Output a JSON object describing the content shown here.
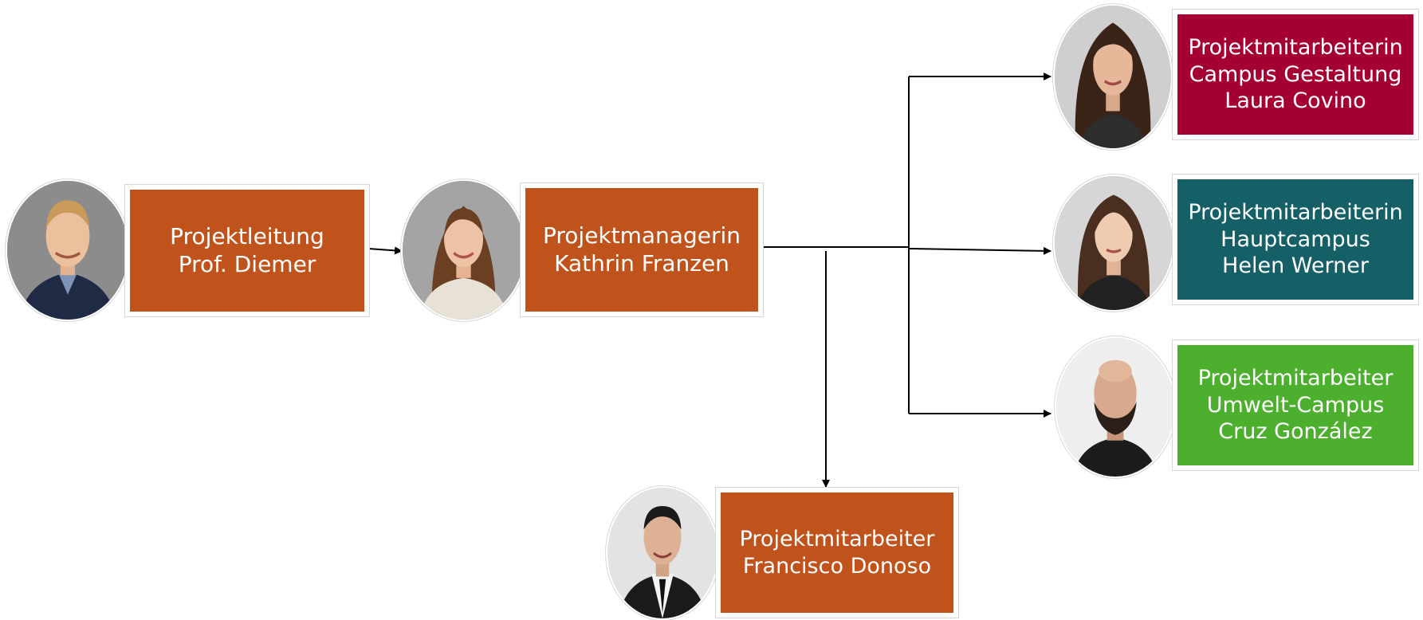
{
  "colors": {
    "orange": "#c0531b",
    "crimson": "#a50034",
    "teal": "#155f67",
    "green": "#4caf2e",
    "connector": "#000000"
  },
  "nodes": {
    "lead": {
      "role": "Projektleitung",
      "name": "Prof. Diemer",
      "photo_icon": "portrait-man-blond-icon"
    },
    "manager": {
      "role": "Projektmanagerin",
      "name": "Kathrin Franzen",
      "photo_icon": "portrait-woman-brown-hair-icon"
    },
    "staff_gestaltung": {
      "role": "Projektmitarbeiterin",
      "campus": "Campus Gestaltung",
      "name": "Laura Covino",
      "photo_icon": "portrait-woman-dark-hair-icon"
    },
    "staff_haupt": {
      "role": "Projektmitarbeiterin",
      "campus": "Hauptcampus",
      "name": "Helen Werner",
      "photo_icon": "portrait-woman-dark-hair-icon"
    },
    "staff_umwelt": {
      "role": "Projektmitarbeiter",
      "campus": "Umwelt-Campus",
      "name": "Cruz González",
      "photo_icon": "portrait-man-bald-beard-icon"
    },
    "staff_donoso": {
      "role": "Projektmitarbeiter",
      "name": "Francisco Donoso",
      "photo_icon": "portrait-man-suit-icon"
    }
  }
}
